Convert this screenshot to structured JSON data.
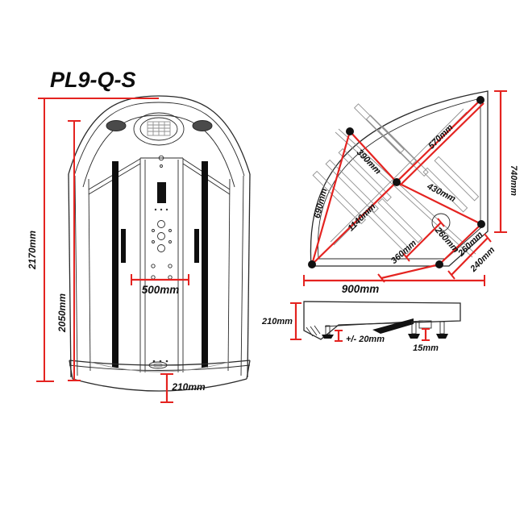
{
  "title": "PL9-Q-S",
  "colors": {
    "dimension_red": "#e42320",
    "drawing_black": "#2a2a2a",
    "detail_grey": "#8f8f8f"
  },
  "front_view": {
    "total_height": "2170mm",
    "inner_height": "2050mm",
    "door_opening_width": "500mm",
    "tray_height": "210mm"
  },
  "plan_view": {
    "overall_width": "900mm",
    "overall_depth": "740mm",
    "seat_to_centre": "390mm",
    "corner_to_centre": "570mm",
    "centre_to_right": "430mm",
    "left_span": "690mm",
    "diagonal": "1140mm",
    "waste_offset_a": "260mm",
    "waste_offset_b": "260mm",
    "waste_to_front": "360mm",
    "corner_cut_edge": "240mm"
  },
  "side_view": {
    "tray_height": "210mm",
    "foot_adjustment": "+/- 20mm",
    "clearance": "15mm"
  }
}
